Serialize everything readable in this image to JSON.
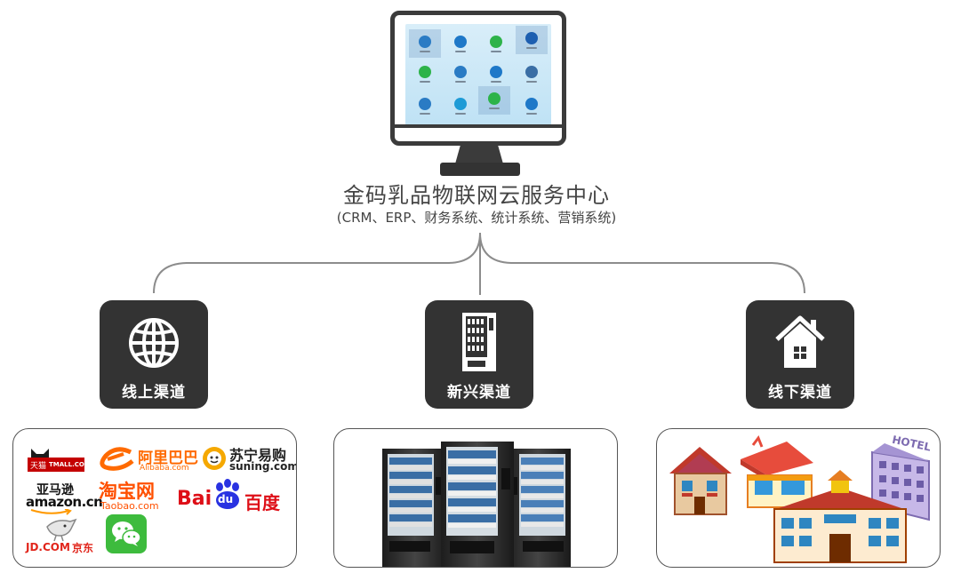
{
  "center": {
    "title": "金码乳品物联网云服务中心",
    "subtitle": "(CRM、ERP、财务系统、统计系统、营销系统)"
  },
  "channels": [
    {
      "label": "线上渠道",
      "icon": "globe-icon"
    },
    {
      "label": "新兴渠道",
      "icon": "vending-machine-icon"
    },
    {
      "label": "线下渠道",
      "icon": "house-icon"
    }
  ],
  "online_logos": {
    "tmall_cn": "天猫",
    "tmall_en": "TMALL.COM",
    "alibaba_cn": "阿里巴巴",
    "alibaba_en": "Alibaba.com",
    "suning_cn": "苏宁易购",
    "suning_en": "suning.com",
    "amazon_cn": "亚马逊",
    "amazon_en": "amazon.cn",
    "taobao_cn": "淘宝网",
    "taobao_en": "Taobao.com",
    "baidu_en1": "Bai",
    "baidu_du": "du",
    "baidu_cn": "百度",
    "jd_en": "JD.COM",
    "jd_cn": "京东"
  },
  "offline": {
    "hotel_sign": "HOTEL"
  },
  "colors": {
    "tile": "#333333",
    "line": "#8c8c8c",
    "tmall": "#c40000",
    "alibaba": "#ff6a00",
    "suning": "#f5a800",
    "taobao": "#ff5000",
    "baidu_red": "#de0f17",
    "baidu_blue": "#2932e1",
    "jd": "#e1251b",
    "wechat": "#3dbb3d"
  }
}
